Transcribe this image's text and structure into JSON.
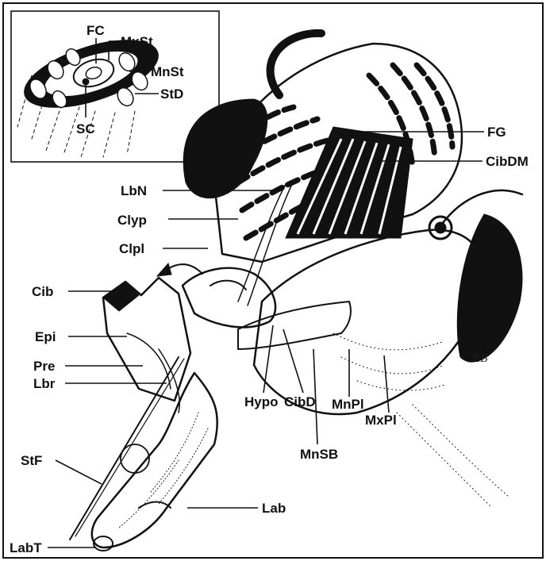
{
  "inset": {
    "labels": {
      "fc": "FC",
      "mxst": "MxSt",
      "mnst": "MnSt",
      "std": "StD",
      "sc": "SC"
    }
  },
  "main": {
    "labels": {
      "fg": "FG",
      "cibdm": "CibDM",
      "lbn": "LbN",
      "clyp": "Clyp",
      "clpl": "Clpl",
      "cib": "Cib",
      "epi": "Epi",
      "pre": "Pre",
      "lbr": "Lbr",
      "stf": "StF",
      "labt": "LabT",
      "lab": "Lab",
      "hypo": "Hypo",
      "cibd": "CibD",
      "mnsb": "MnSB",
      "mnpl": "MnPl",
      "mxpl": "MxPl"
    },
    "artist_initials": "EB"
  },
  "colors": {
    "ink": "#111111",
    "paper": "#ffffff"
  }
}
